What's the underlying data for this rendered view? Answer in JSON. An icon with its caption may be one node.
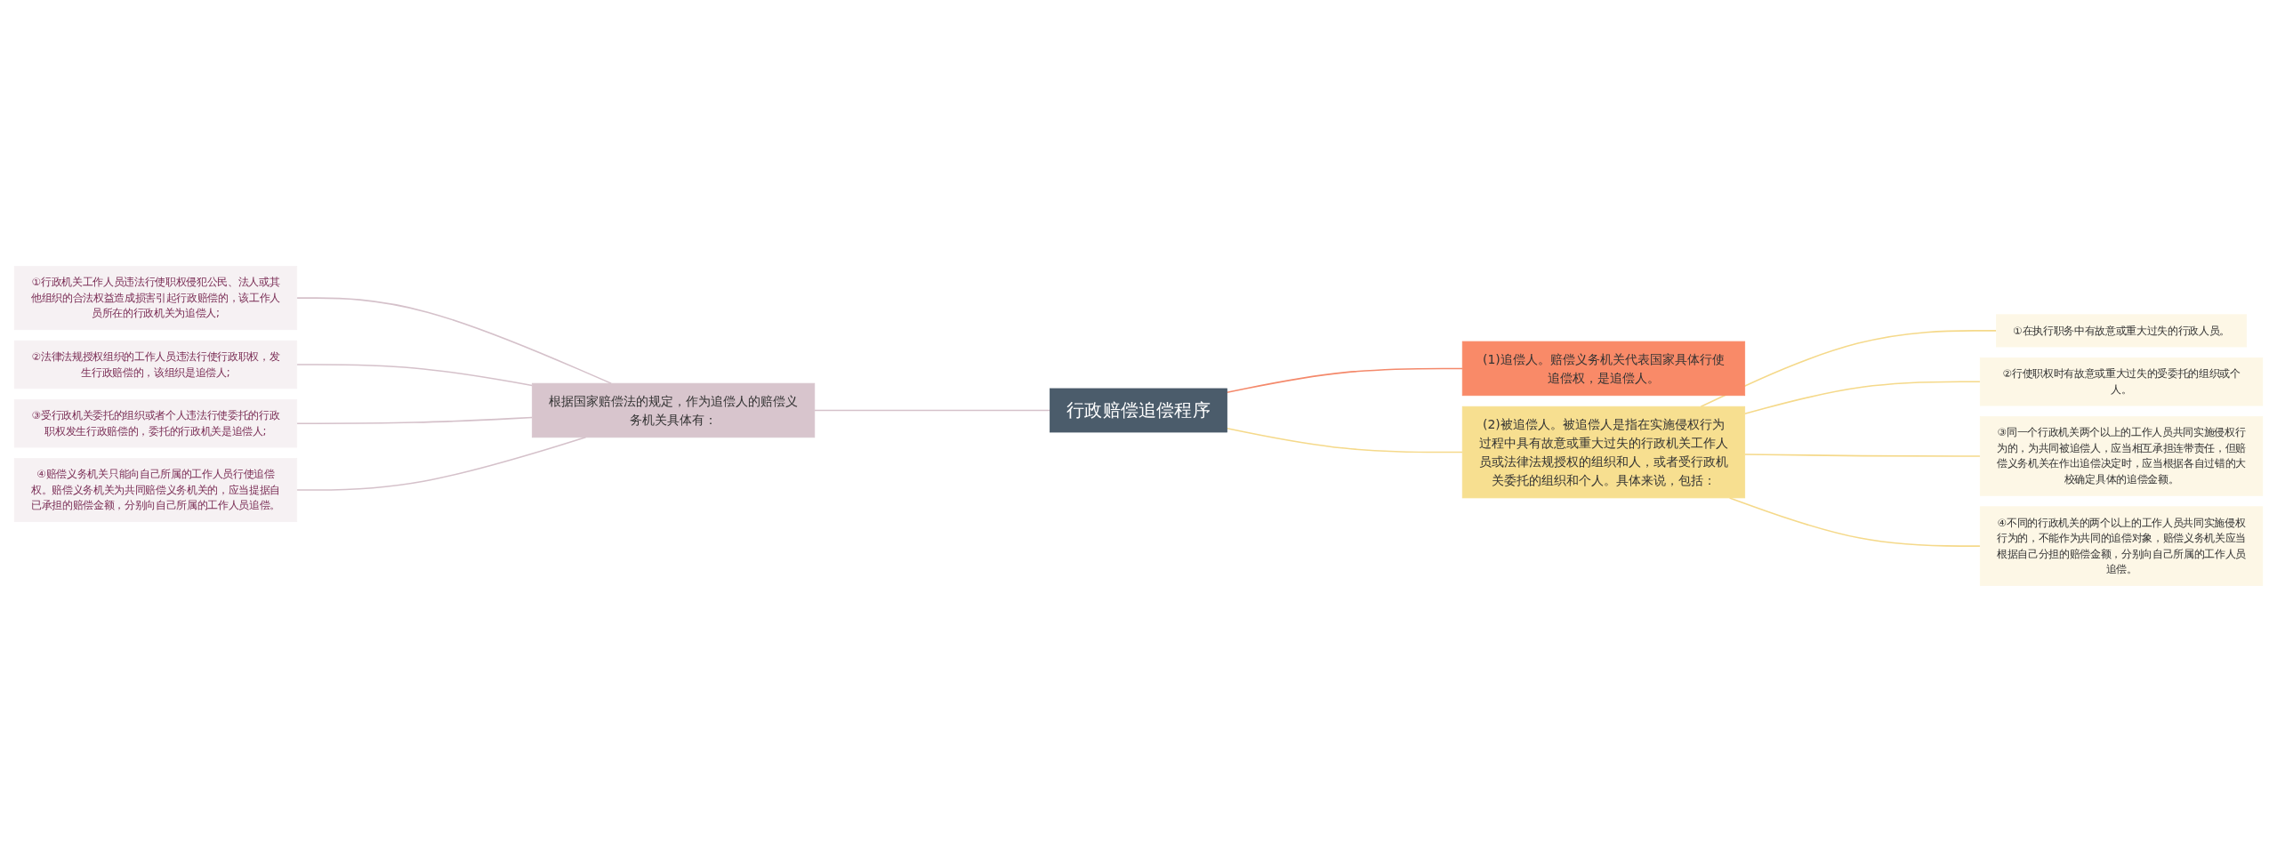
{
  "diagram": {
    "nodes": [
      {
        "text": [
          "行政赔偿追偿程序"
        ]
      },
      {
        "text": [
          "根据国家赔偿法的规定，作为追偿人的赔偿义务机关具体有："
        ]
      },
      {
        "text": [
          "①行政机关工作人员违法行使职权侵犯公民、法人或其他组织的合法权益造成损害引起行政赔偿的，该工作人员所在的行政机关为追偿人;"
        ]
      },
      {
        "text": [
          "②法律法规授权组织的工作人员违法行使行政职权，发生行政赔偿的，该组织是追偿人;"
        ]
      },
      {
        "text": [
          "③受行政机关委托的组织或者个人违法行使委托的行政职权发生行政赔偿的，委托的行政机关是追偿人;"
        ]
      },
      {
        "text": [
          "④赔偿义务机关只能向自己所属的工作人员行使追偿权。赔偿义务机关为共同赔偿义务机关的，应当提据自已承担的赔偿金额，分别向自己所属的工作人员追偿。"
        ]
      },
      {
        "text": [
          "(1)追偿人。赔偿义务机关代表国家具体行使追偿权，是追偿人。"
        ]
      },
      {
        "text": [
          "(2)被追偿人。被追偿人是指在实施侵权行为过程中具有故意或重大过失的行政机关工作人员或法律法规授权的组织和人，或者受行政机关委托的组织和个人。具体来说，包括："
        ]
      },
      {
        "text": [
          "①在执行职务中有故意或重大过失的行政人员。"
        ]
      },
      {
        "text": [
          "②行使职权时有故意或重大过失的受委托的组织或个人。"
        ]
      },
      {
        "text": [
          "③同一个行政机关两个以上的工作人员共同实施侵权行为的，为共同被追偿人，应当相互承担连带责任，但赔偿义务机关在作出追偿决定时，应当根据各自过错的大校确定具体的追偿金额。"
        ]
      },
      {
        "text": [
          "④不同的行政机关的两个以上的工作人员共同实施侵权行为的，不能作为共同的追偿对象，赔偿义务机关应当根据自己分担的赔偿金额，分别向自己所属的工作人员追偿。"
        ]
      }
    ],
    "edges": [
      {
        "from": 1,
        "to": 0,
        "arrow": "none",
        "color": "#d5c1ca"
      },
      {
        "from": 2,
        "to": 1,
        "arrow": "none",
        "color": "#d5c1ca"
      },
      {
        "from": 3,
        "to": 1,
        "arrow": "none",
        "color": "#d5c1ca"
      },
      {
        "from": 4,
        "to": 1,
        "arrow": "none",
        "color": "#d5c1ca"
      },
      {
        "from": 5,
        "to": 1,
        "arrow": "none",
        "color": "#d5c1ca"
      },
      {
        "from": 0,
        "to": 6,
        "arrow": "none",
        "color": "#f4896b"
      },
      {
        "from": 0,
        "to": 7,
        "arrow": "none",
        "color": "#f5d98a"
      },
      {
        "from": 7,
        "to": 8,
        "arrow": "none",
        "color": "#f5d98a"
      },
      {
        "from": 7,
        "to": 9,
        "arrow": "none",
        "color": "#f5d98a"
      },
      {
        "from": 7,
        "to": 10,
        "arrow": "none",
        "color": "#f5d98a"
      },
      {
        "from": 7,
        "to": 11,
        "arrow": "none",
        "color": "#f5d98a"
      }
    ]
  }
}
